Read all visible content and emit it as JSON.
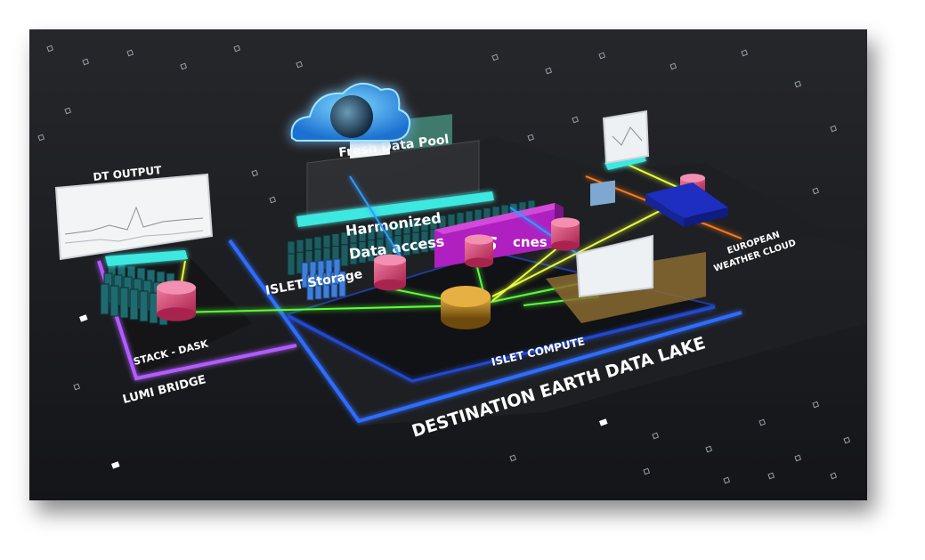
{
  "labels": {
    "fresh_data_pool": "Fresh Data Pool",
    "dt_output": "DT OUTPUT",
    "harmonized": "Harmonized",
    "data_access": "Data access",
    "islet_storage": "ISLET Storage",
    "stack_dask": "STACK - DASK",
    "lumi_bridge": "LUMI BRIDGE",
    "islet_compute": "ISLET COMPUTE",
    "destination_earth_data_lake": "DESTINATION EARTH DATA LAKE",
    "european": "EUROPEAN",
    "weather_cloud": "WEATHER CLOUD"
  },
  "logos": {
    "esa": "eS",
    "cnes": "cnes"
  },
  "colors": {
    "background": "#1b1c1f",
    "neon_blue": "#2f6dff",
    "neon_purple": "#b25cff",
    "cyan": "#3ee8e0",
    "magenta": "#b01fc0",
    "pink_node": "#e0457a",
    "data_green": "#5cff3a",
    "data_yellow": "#e8ff3a",
    "gold": "#b8860b",
    "orange_line": "#ff7a1a"
  }
}
